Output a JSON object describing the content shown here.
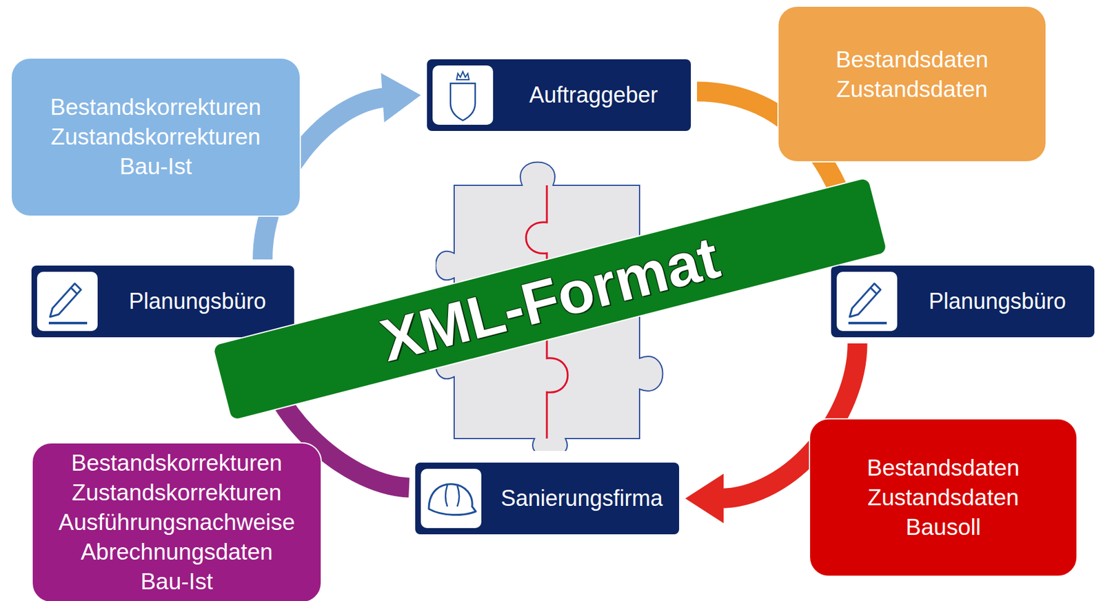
{
  "diagram": {
    "nodes": [
      {
        "text": [
          "Bestandskorrekturen Zustandskorrekturen Bau-Ist"
        ]
      },
      {
        "text": [
          "Auftraggeber"
        ]
      },
      {
        "text": [
          "Bestandsdaten Zustandsdaten"
        ]
      },
      {
        "text": [
          "Planungsbüro"
        ]
      },
      {
        "text": [
          "Planungsbüro"
        ]
      },
      {
        "text": [
          "XML-Format"
        ]
      },
      {
        "text": [
          "Sanierungsfirma"
        ]
      },
      {
        "text": [
          "Bestandsdaten Zustandsdaten Bausoll"
        ]
      },
      {
        "text": [
          "Bestandskorrekturen Zustandskorrekturen Ausführungsnachweise Abrechnungsdaten Bau-Ist"
        ]
      }
    ],
    "edges": [
      {
        "from": 1,
        "to": 4,
        "arrow": "none"
      },
      {
        "from": 4,
        "to": 6,
        "arrow": "to"
      },
      {
        "from": 6,
        "to": 3,
        "arrow": "none"
      },
      {
        "from": 3,
        "to": 1,
        "arrow": "to"
      }
    ]
  }
}
